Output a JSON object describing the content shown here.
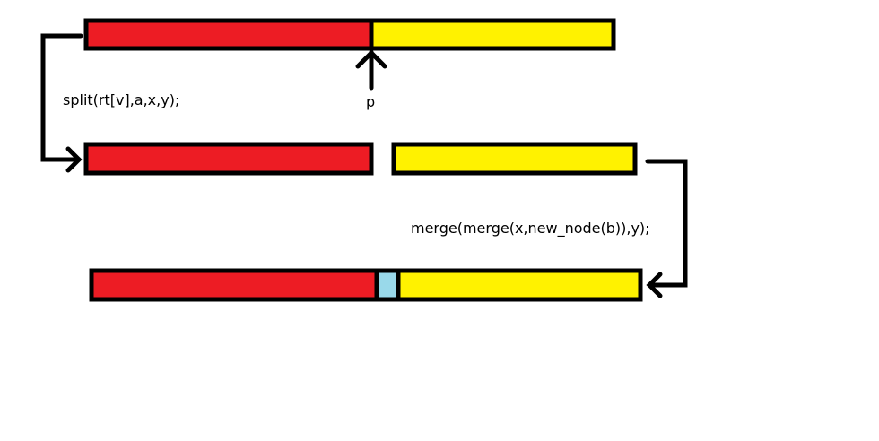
{
  "labels": {
    "split_call": "split(rt[v],a,x,y);",
    "pointer": "p",
    "merge_call": "merge(merge(x,new_node(b)),y);"
  },
  "colors": {
    "left_segment": "#ED1C24",
    "right_segment": "#FFF200",
    "new_node": "#99D9EA",
    "outline": "#000000"
  }
}
